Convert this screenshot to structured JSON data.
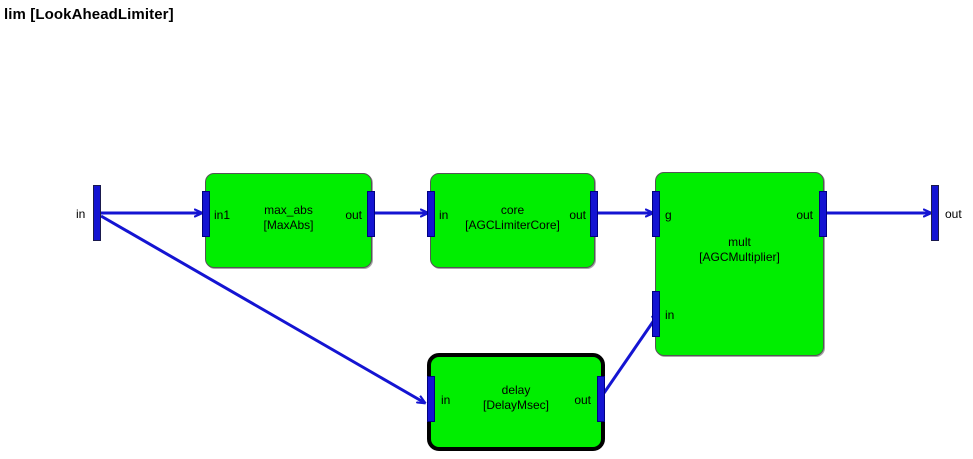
{
  "diagram": {
    "title": "lim [LookAheadLimiter]",
    "colors": {
      "block_fill": "#00ee00",
      "block_border": "#555555",
      "selected_border": "#000000",
      "port": "#1414d2",
      "wire": "#1414d2",
      "canvas": "#ffffff",
      "text": "#000000"
    },
    "terminals": [
      {
        "name": "in",
        "label": "in",
        "kind": "input"
      },
      {
        "name": "out",
        "label": "out",
        "kind": "output"
      }
    ],
    "blocks": [
      {
        "id": "max_abs",
        "name": "max_abs",
        "type": "[MaxAbs]",
        "selected": false,
        "ports": [
          {
            "label": "in1",
            "kind": "input"
          },
          {
            "label": "out",
            "kind": "output"
          }
        ]
      },
      {
        "id": "core",
        "name": "core",
        "type": "[AGCLimiterCore]",
        "selected": false,
        "ports": [
          {
            "label": "in",
            "kind": "input"
          },
          {
            "label": "out",
            "kind": "output"
          }
        ]
      },
      {
        "id": "mult",
        "name": "mult",
        "type": "[AGCMultiplier]",
        "selected": false,
        "ports": [
          {
            "label": "g",
            "kind": "input"
          },
          {
            "label": "in",
            "kind": "input"
          },
          {
            "label": "out",
            "kind": "output"
          }
        ]
      },
      {
        "id": "delay",
        "name": "delay",
        "type": "[DelayMsec]",
        "selected": true,
        "ports": [
          {
            "label": "in",
            "kind": "input"
          },
          {
            "label": "out",
            "kind": "output"
          }
        ]
      }
    ],
    "connections": [
      {
        "from": "in",
        "to": "max_abs.in1"
      },
      {
        "from": "max_abs.out",
        "to": "core.in"
      },
      {
        "from": "core.out",
        "to": "mult.g"
      },
      {
        "from": "mult.out",
        "to": "out"
      },
      {
        "from": "in",
        "to": "delay.in"
      },
      {
        "from": "delay.out",
        "to": "mult.in"
      }
    ]
  }
}
